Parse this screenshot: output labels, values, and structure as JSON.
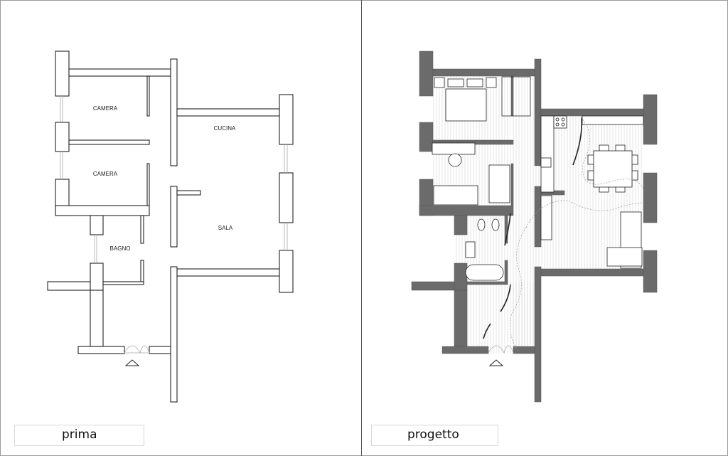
{
  "plans": {
    "before": {
      "caption": "prima",
      "rooms": {
        "camera_1": "CAMERA",
        "camera_2": "CAMERA",
        "cucina": "CUCINA",
        "sala": "SALA",
        "bagno": "BAGNO"
      }
    },
    "after": {
      "caption": "progetto"
    }
  },
  "colors": {
    "wall_line": "#222222",
    "wall_fill": "#6b6b6b",
    "floor_hatch": "#d4d4d4"
  }
}
